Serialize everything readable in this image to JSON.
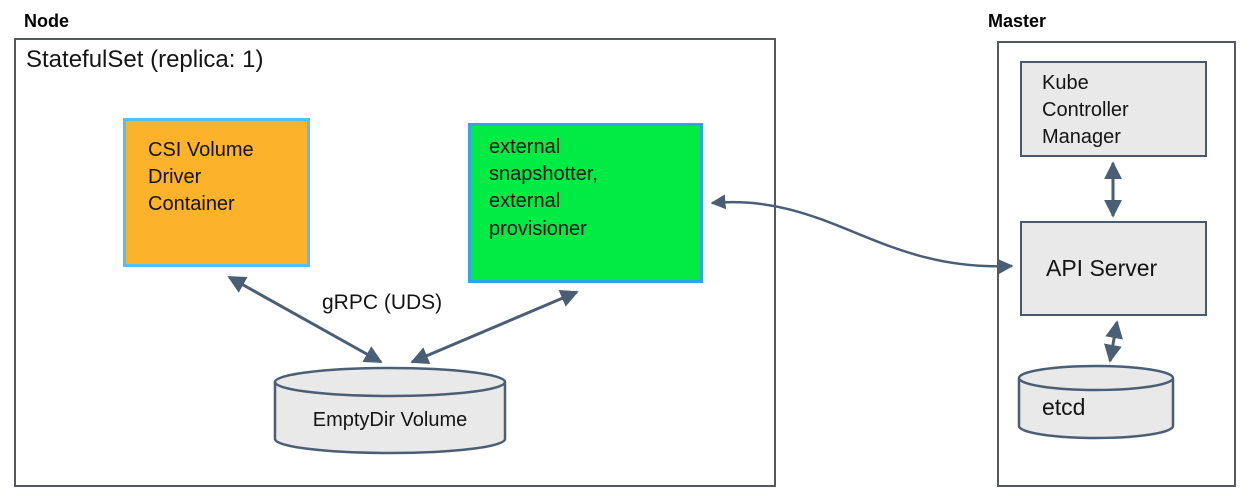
{
  "node": {
    "title": "Node",
    "statefulset_title": "StatefulSet (replica: 1)",
    "csi_box": {
      "lines": [
        "CSI Volume",
        "Driver",
        "Container"
      ],
      "fill": "#FCB32B",
      "border": "#4EC2F2"
    },
    "external_box": {
      "lines": [
        "external",
        "snapshotter,",
        "external",
        "provisioner"
      ],
      "fill": "#00EC45",
      "border": "#2EA7E0"
    },
    "grpc_label": "gRPC (UDS)",
    "emptydir": {
      "label": "EmptyDir Volume",
      "fill": "#E9E9E9",
      "border": "#4A5F75"
    }
  },
  "master": {
    "title": "Master",
    "kcm_box": {
      "lines": [
        "Kube",
        "Controller",
        "Manager"
      ],
      "fill": "#E9E9E9",
      "border": "#47596B"
    },
    "api_box": {
      "label": "API Server",
      "fill": "#E9E9E9",
      "border": "#47596B"
    },
    "etcd": {
      "label": "etcd",
      "fill": "#E9E9E9",
      "border": "#4A5F75"
    }
  },
  "colors": {
    "arrow": "#4A5F75",
    "outer_border": "#55595E",
    "text": "#141414"
  }
}
